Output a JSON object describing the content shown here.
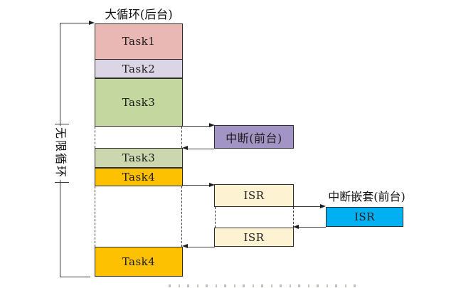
{
  "diagram": {
    "title": "大循环(后台)",
    "infinite_loop_label": "无限循环",
    "interrupt_box_label": "中断(前台)",
    "nested_interrupt_title": "中断嵌套(前台)",
    "blocks": {
      "task1": "Task1",
      "task2": "Task2",
      "task3_a": "Task3",
      "task3_b": "Task3",
      "task4_a": "Task4",
      "task4_b": "Task4",
      "isr_1": "ISR",
      "isr_2": "ISR",
      "isr_nested": "ISR"
    },
    "colors": {
      "task1": "#e9b7b4",
      "task2": "#dcd5e5",
      "task3_a": "#c4d79e",
      "task3_b": "#ccd7af",
      "task4": "#fec101",
      "interrupt": "#a294c4",
      "isr": "#fdf2d1",
      "isr_nested": "#00b0f0",
      "line": "#3d3d3d"
    }
  }
}
